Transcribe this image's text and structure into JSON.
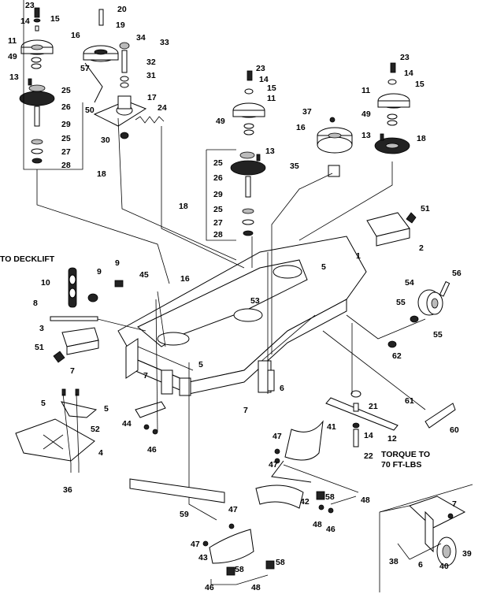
{
  "notes": {
    "to_decklift": "TO DECKLIFT",
    "torque_line1": "TORQUE TO",
    "torque_line2": "70 FT-LBS"
  },
  "labels": [
    {
      "id": "p23a",
      "text": "23"
    },
    {
      "id": "p15a",
      "text": "15"
    },
    {
      "id": "p14a",
      "text": "14"
    },
    {
      "id": "p11a",
      "text": "11"
    },
    {
      "id": "p49a",
      "text": "49"
    },
    {
      "id": "p13a",
      "text": "13"
    },
    {
      "id": "p25a",
      "text": "25"
    },
    {
      "id": "p26a",
      "text": "26"
    },
    {
      "id": "p29a",
      "text": "29"
    },
    {
      "id": "p25b",
      "text": "25"
    },
    {
      "id": "p27a",
      "text": "27"
    },
    {
      "id": "p28a",
      "text": "28"
    },
    {
      "id": "p18a",
      "text": "18"
    },
    {
      "id": "p20",
      "text": "20"
    },
    {
      "id": "p19",
      "text": "19"
    },
    {
      "id": "p16a",
      "text": "16"
    },
    {
      "id": "p34",
      "text": "34"
    },
    {
      "id": "p33",
      "text": "33"
    },
    {
      "id": "p57",
      "text": "57"
    },
    {
      "id": "p32",
      "text": "32"
    },
    {
      "id": "p31",
      "text": "31"
    },
    {
      "id": "p50",
      "text": "50"
    },
    {
      "id": "p17",
      "text": "17"
    },
    {
      "id": "p24",
      "text": "24"
    },
    {
      "id": "p30",
      "text": "30"
    },
    {
      "id": "p23b",
      "text": "23"
    },
    {
      "id": "p14b",
      "text": "14"
    },
    {
      "id": "p15b",
      "text": "15"
    },
    {
      "id": "p11b",
      "text": "11"
    },
    {
      "id": "p49b",
      "text": "49"
    },
    {
      "id": "p13b",
      "text": "13"
    },
    {
      "id": "p25c",
      "text": "25"
    },
    {
      "id": "p26b",
      "text": "26"
    },
    {
      "id": "p29b",
      "text": "29"
    },
    {
      "id": "p25d",
      "text": "25"
    },
    {
      "id": "p27b",
      "text": "27"
    },
    {
      "id": "p28b",
      "text": "28"
    },
    {
      "id": "p18b",
      "text": "18"
    },
    {
      "id": "p37",
      "text": "37"
    },
    {
      "id": "p16b",
      "text": "16"
    },
    {
      "id": "p35",
      "text": "35"
    },
    {
      "id": "p23c",
      "text": "23"
    },
    {
      "id": "p14c",
      "text": "14"
    },
    {
      "id": "p15c",
      "text": "15"
    },
    {
      "id": "p11c",
      "text": "11"
    },
    {
      "id": "p49c",
      "text": "49"
    },
    {
      "id": "p13c",
      "text": "13"
    },
    {
      "id": "p18c",
      "text": "18"
    },
    {
      "id": "p51a",
      "text": "51"
    },
    {
      "id": "p2",
      "text": "2"
    },
    {
      "id": "p1",
      "text": "1"
    },
    {
      "id": "p5a",
      "text": "5"
    },
    {
      "id": "p54",
      "text": "54"
    },
    {
      "id": "p56",
      "text": "56"
    },
    {
      "id": "p55a",
      "text": "55"
    },
    {
      "id": "p55b",
      "text": "55"
    },
    {
      "id": "p62",
      "text": "62"
    },
    {
      "id": "p53",
      "text": "53"
    },
    {
      "id": "p10",
      "text": "10"
    },
    {
      "id": "p9a",
      "text": "9"
    },
    {
      "id": "p9b",
      "text": "9"
    },
    {
      "id": "p45",
      "text": "45"
    },
    {
      "id": "p16c",
      "text": "16"
    },
    {
      "id": "p8",
      "text": "8"
    },
    {
      "id": "p3",
      "text": "3"
    },
    {
      "id": "p51b",
      "text": "51"
    },
    {
      "id": "p7a",
      "text": "7"
    },
    {
      "id": "p7b",
      "text": "7"
    },
    {
      "id": "p5b",
      "text": "5"
    },
    {
      "id": "p5c",
      "text": "5"
    },
    {
      "id": "p5d",
      "text": "5"
    },
    {
      "id": "p52",
      "text": "52"
    },
    {
      "id": "p4",
      "text": "4"
    },
    {
      "id": "p36",
      "text": "36"
    },
    {
      "id": "p44",
      "text": "44"
    },
    {
      "id": "p46a",
      "text": "46"
    },
    {
      "id": "p6a",
      "text": "6"
    },
    {
      "id": "p7c",
      "text": "7"
    },
    {
      "id": "p21",
      "text": "21"
    },
    {
      "id": "p12",
      "text": "12"
    },
    {
      "id": "p14d",
      "text": "14"
    },
    {
      "id": "p22",
      "text": "22"
    },
    {
      "id": "p61",
      "text": "61"
    },
    {
      "id": "p60",
      "text": "60"
    },
    {
      "id": "p47a",
      "text": "47"
    },
    {
      "id": "p41",
      "text": "41"
    },
    {
      "id": "p47b",
      "text": "47"
    },
    {
      "id": "p42",
      "text": "42"
    },
    {
      "id": "p58a",
      "text": "58"
    },
    {
      "id": "p48a",
      "text": "48"
    },
    {
      "id": "p48b",
      "text": "48"
    },
    {
      "id": "p46b",
      "text": "46"
    },
    {
      "id": "p59",
      "text": "59"
    },
    {
      "id": "p47c",
      "text": "47"
    },
    {
      "id": "p47d",
      "text": "47"
    },
    {
      "id": "p43",
      "text": "43"
    },
    {
      "id": "p58b",
      "text": "58"
    },
    {
      "id": "p58c",
      "text": "58"
    },
    {
      "id": "p46c",
      "text": "46"
    },
    {
      "id": "p48c",
      "text": "48"
    },
    {
      "id": "p7d",
      "text": "7"
    },
    {
      "id": "p39",
      "text": "39"
    },
    {
      "id": "p38",
      "text": "38"
    },
    {
      "id": "p6b",
      "text": "6"
    },
    {
      "id": "p40",
      "text": "40"
    }
  ]
}
